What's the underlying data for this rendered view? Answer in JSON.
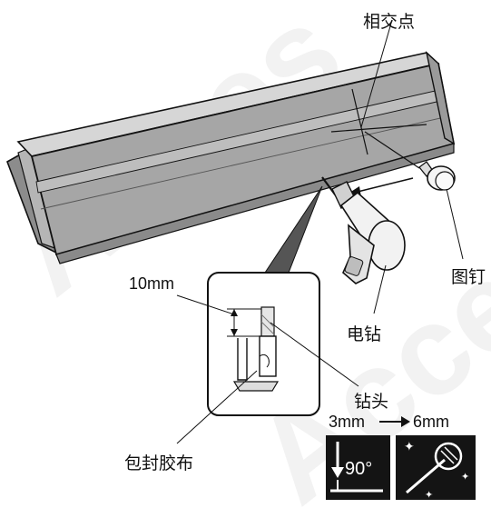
{
  "labels": {
    "intersection": "相交点",
    "pushpin": "图钉",
    "drill": "电钻",
    "drill_bit": "钻头",
    "tape": "包封胶布",
    "depth": "10mm",
    "bit_size_from": "3mm",
    "bit_size_to": "6mm",
    "angle": "90°"
  },
  "watermark": "Acces",
  "colors": {
    "panel_face": "#a9a9a9",
    "panel_top": "#d2d2d2",
    "panel_dark": "#7a7a7a",
    "icon_bg": "#141414",
    "line": "#1a1a1a"
  },
  "icons": [
    "perpendicular-90-icon",
    "drill-bit-sparkle-icon"
  ]
}
